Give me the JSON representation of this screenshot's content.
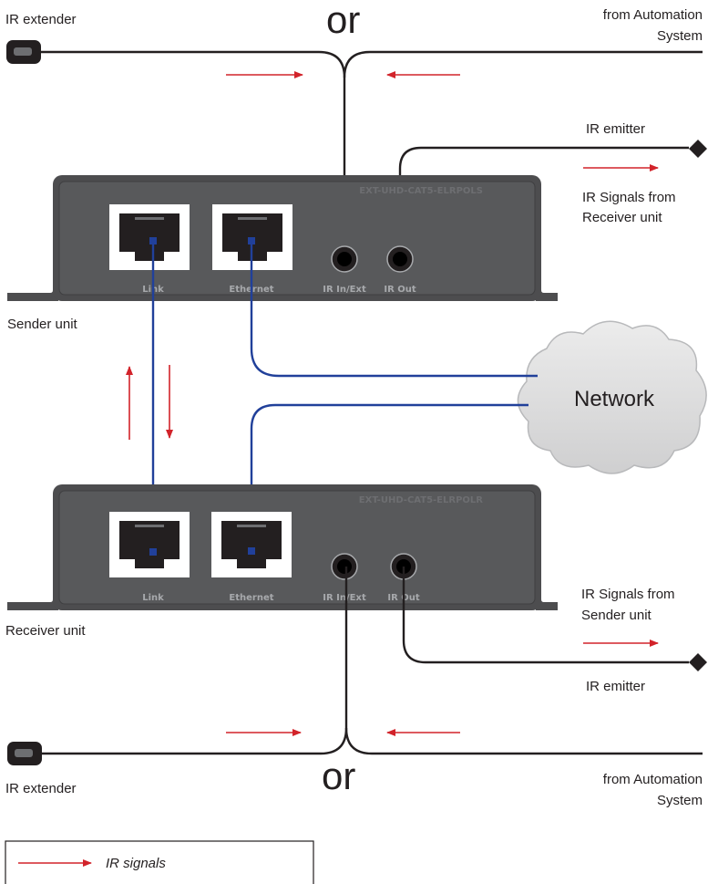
{
  "labels": {
    "ir_extender_top": "IR extender",
    "or_top": "or",
    "from_automation_top_1": "from  Automation",
    "from_automation_top_2": "System",
    "ir_emitter_top": "IR emitter",
    "ir_signals_from_receiver_1": "IR Signals from",
    "ir_signals_from_receiver_2": "Receiver unit",
    "sender_unit": "Sender unit",
    "network": "Network",
    "receiver_unit": "Receiver unit",
    "ir_signals_from_sender_1": "IR Signals from",
    "ir_signals_from_sender_2": "Sender unit",
    "ir_emitter_bottom": "IR emitter",
    "ir_extender_bottom": "IR extender",
    "or_bottom": "or",
    "from_automation_bottom_1": "from  Automation",
    "from_automation_bottom_2": "System"
  },
  "sender": {
    "model": "EXT-UHD-CAT5-ELRPOLS",
    "port_link": "Link",
    "port_ethernet": "Ethernet",
    "port_ir_in": "IR In/Ext",
    "port_ir_out": "IR Out"
  },
  "receiver": {
    "model": "EXT-UHD-CAT5-ELRPOLR",
    "port_link": "Link",
    "port_ethernet": "Ethernet",
    "port_ir_in": "IR In/Ext",
    "port_ir_out": "IR Out"
  },
  "legend": {
    "ir_signals": "IR signals"
  },
  "colors": {
    "device_body": "#4d4d4f",
    "signal_arrow": "#d2232a",
    "network_cable": "#21409a",
    "cable": "#231f20",
    "cloud": "#d9d9da"
  }
}
